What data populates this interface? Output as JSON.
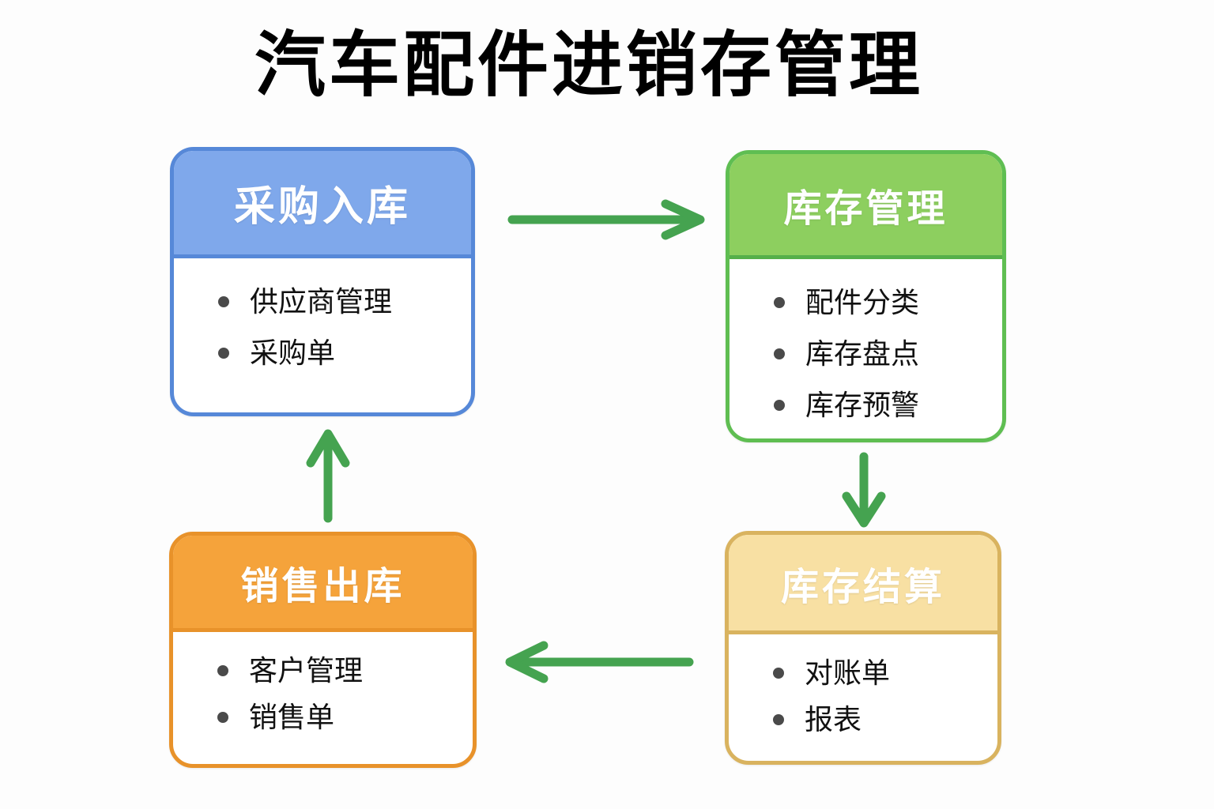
{
  "title": "汽车配件进销存管理",
  "nodes": {
    "purchase": {
      "label": "采购入库",
      "items": [
        "供应商管理",
        "采购单"
      ]
    },
    "inventory": {
      "label": "库存管理",
      "items": [
        "配件分类",
        "库存盘点",
        "库存预警"
      ]
    },
    "settlement": {
      "label": "库存结算",
      "items": [
        "对账单",
        "报表"
      ]
    },
    "sales": {
      "label": "销售出库",
      "items": [
        "客户管理",
        "销售单"
      ]
    }
  },
  "arrows": [
    {
      "from": "采购入库",
      "to": "库存管理",
      "direction": "right"
    },
    {
      "from": "库存管理",
      "to": "库存结算",
      "direction": "down"
    },
    {
      "from": "库存结算",
      "to": "销售出库",
      "direction": "left"
    },
    {
      "from": "销售出库",
      "to": "采购入库",
      "direction": "up"
    }
  ],
  "colors": {
    "background": "#fdfdfd",
    "title_text": "#000000",
    "body_text": "#111111",
    "bullet_dot": "#4a4a4a",
    "arrow_green": "#45a350",
    "purchase_header": "#7fa8eb",
    "purchase_border": "#5688d8",
    "inventory_header": "#8dcf5f",
    "inventory_border": "#5fbe52",
    "sales_header": "#f5a33b",
    "sales_border": "#e8922a",
    "settlement_header": "#f8e0a3",
    "settlement_border": "#d9b35f"
  }
}
